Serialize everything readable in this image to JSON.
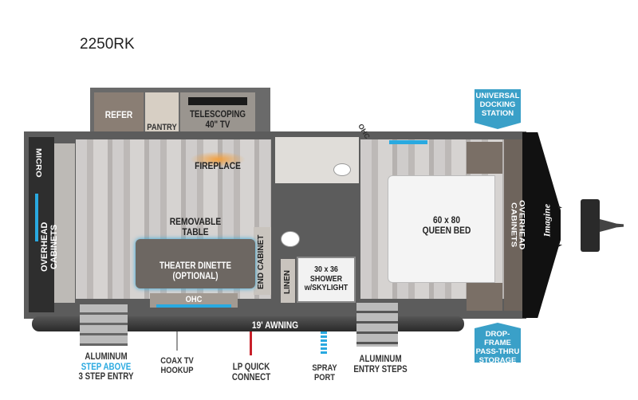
{
  "model": "2250RK",
  "rooms": {
    "refer": "REFER",
    "pantry": "PANTRY",
    "tv": "TELESCOPING\n40\" TV",
    "fireplace": "FIREPLACE",
    "micro": "MICRO",
    "overhead_left": "OVERHEAD CABINETS",
    "ohc_bath": "OHC",
    "removable_table": "REMOVABLE\nTABLE",
    "dinette": "THEATER DINETTE\n(OPTIONAL)",
    "ohc_dinette": "OHC",
    "end_cabinet": "END CABINET",
    "linen": "LINEN",
    "shower": "30 x 36\nSHOWER\nw/SKYLIGHT",
    "bed": "60 x 80\nQUEEN BED",
    "overhead_right": "OVERHEAD CABINETS",
    "awning": "19' AWNING"
  },
  "brand_logo": "Imagine",
  "callouts": {
    "step_line1": "ALUMINUM",
    "step_line2": "STEP ABOVE",
    "step_line3": "3 STEP ENTRY",
    "coax": "COAX TV\nHOOKUP",
    "lp": "LP QUICK\nCONNECT",
    "spray": "SPRAY\nPORT",
    "entry_steps": "ALUMINUM\nENTRY STEPS"
  },
  "badges": {
    "docking": "UNIVERSAL\nDOCKING\nSTATION",
    "storage": "DROP-FRAME\nPASS-THRU\nSTORAGE"
  },
  "colors": {
    "accent_blue": "#3aa0c8",
    "highlight_blue": "#29a9e0"
  }
}
